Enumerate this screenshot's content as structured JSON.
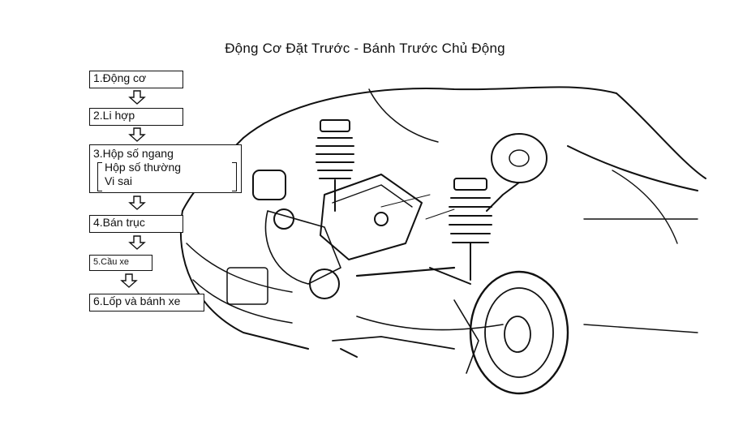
{
  "title": "Động Cơ Đặt Trước - Bánh Trước Chủ Động",
  "steps": [
    {
      "label": "1.Động cơ",
      "sub": []
    },
    {
      "label": "2.Li hợp",
      "sub": []
    },
    {
      "label": "3.Hộp số ngang",
      "sub": [
        "Hộp số thường",
        "Vi sai"
      ]
    },
    {
      "label": "4.Bán trục",
      "sub": []
    },
    {
      "label": "5.Cầu xe",
      "sub": []
    },
    {
      "label": "6.Lốp và bánh xe",
      "sub": []
    }
  ],
  "icons": {
    "flow_arrow": "down-arrow-icon",
    "illustration": "car-drivetrain-illustration"
  }
}
